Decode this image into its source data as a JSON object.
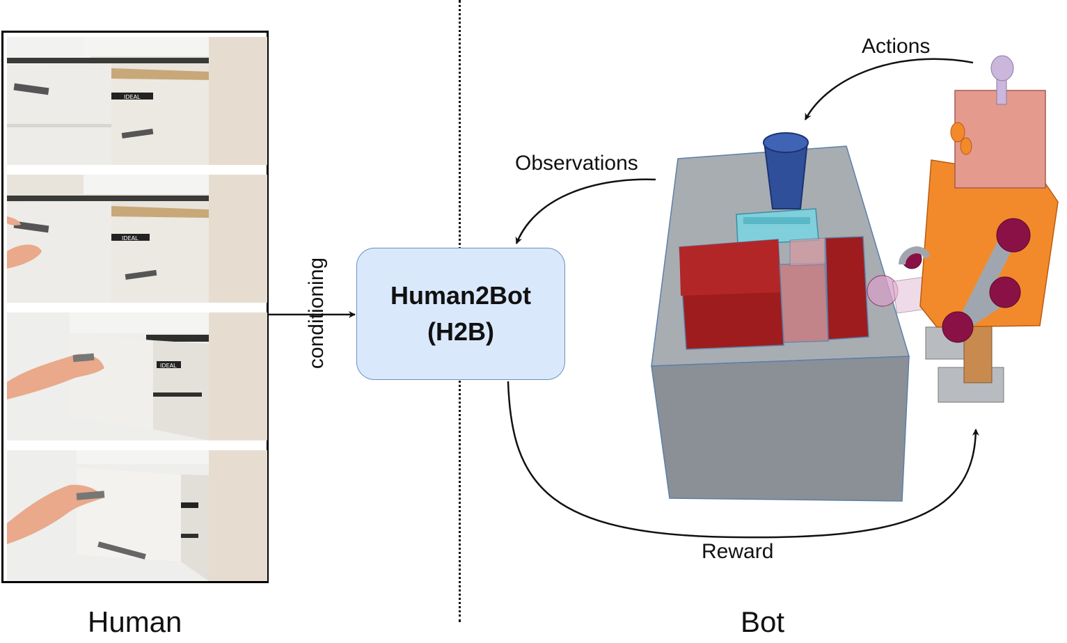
{
  "diagram": {
    "model": {
      "line1": "Human2Bot",
      "line2": "(H2B)",
      "fill": "#dae8fc",
      "border": "#6c8ebf"
    },
    "edges": {
      "conditioning": "conditioning",
      "observations": "Observations",
      "actions": "Actions",
      "reward": "Reward"
    },
    "sections": {
      "human": "Human",
      "bot": "Bot"
    },
    "human_frames": [
      {
        "name": "frame-1",
        "drawer_open": 0.9,
        "hand": false,
        "brand": "IDEAL"
      },
      {
        "name": "frame-2",
        "drawer_open": 0.9,
        "hand": true,
        "brand": "IDEAL"
      },
      {
        "name": "frame-3",
        "drawer_open": 0.45,
        "hand": true,
        "brand": "IDEAL"
      },
      {
        "name": "frame-4",
        "drawer_open": 0.1,
        "hand": true,
        "brand": ""
      }
    ],
    "colors": {
      "table": "#8a9096",
      "table_top": "#a8adb2",
      "block": "#9e1c1e",
      "cup": "#2f4f9a",
      "tray": "#7fd0dc",
      "robot_body": "#f28a2b",
      "robot_head": "#e59a8e",
      "joint": "#8a1146",
      "antenna": "#cbb6dc"
    }
  }
}
